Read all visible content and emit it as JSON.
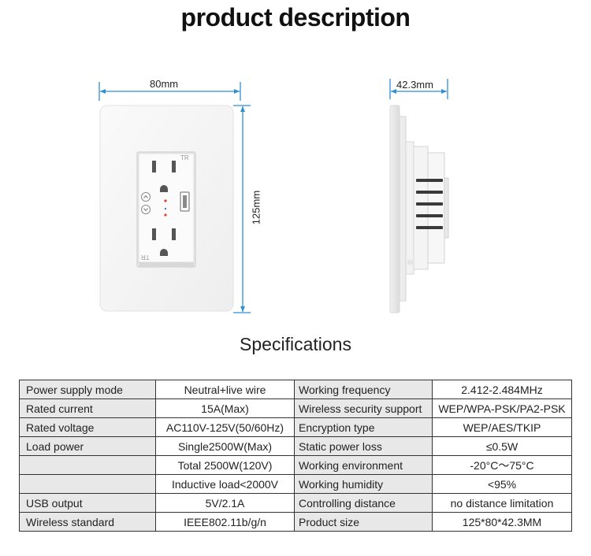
{
  "title": "product description",
  "dimensions": {
    "width": "80mm",
    "height": "125mm",
    "depth": "42.3mm"
  },
  "outlet_marks": {
    "top": "TR",
    "bottom": "TR"
  },
  "spec_title": "Specifications",
  "specs": [
    [
      "Power supply mode",
      "Neutral+live wire",
      "Working frequency",
      "2.412-2.484MHz"
    ],
    [
      "Rated current",
      "15A(Max)",
      "Wireless security support",
      "WEP/WPA-PSK/PA2-PSK"
    ],
    [
      "Rated voltage",
      "AC110V-125V(50/60Hz)",
      "Encryption type",
      "WEP/AES/TKIP"
    ],
    [
      "Load power",
      "Single2500W(Max)",
      "Static power loss",
      "≤0.5W"
    ],
    [
      "",
      "Total 2500W(120V)",
      "Working environment",
      "-20°C～75°C"
    ],
    [
      "",
      "Inductive load<2000V",
      "Working humidity",
      "<95%"
    ],
    [
      "USB output",
      "5V/2.1A",
      "Controlling distance",
      "no distance limitation"
    ],
    [
      "Wireless standard",
      "IEEE802.11b/g/n",
      "Product size",
      "125*80*42.3MM"
    ]
  ],
  "colors": {
    "dimension_line": "#2f8fd6",
    "table_label_bg": "#e8e8e8",
    "indicator": "#e53935"
  }
}
